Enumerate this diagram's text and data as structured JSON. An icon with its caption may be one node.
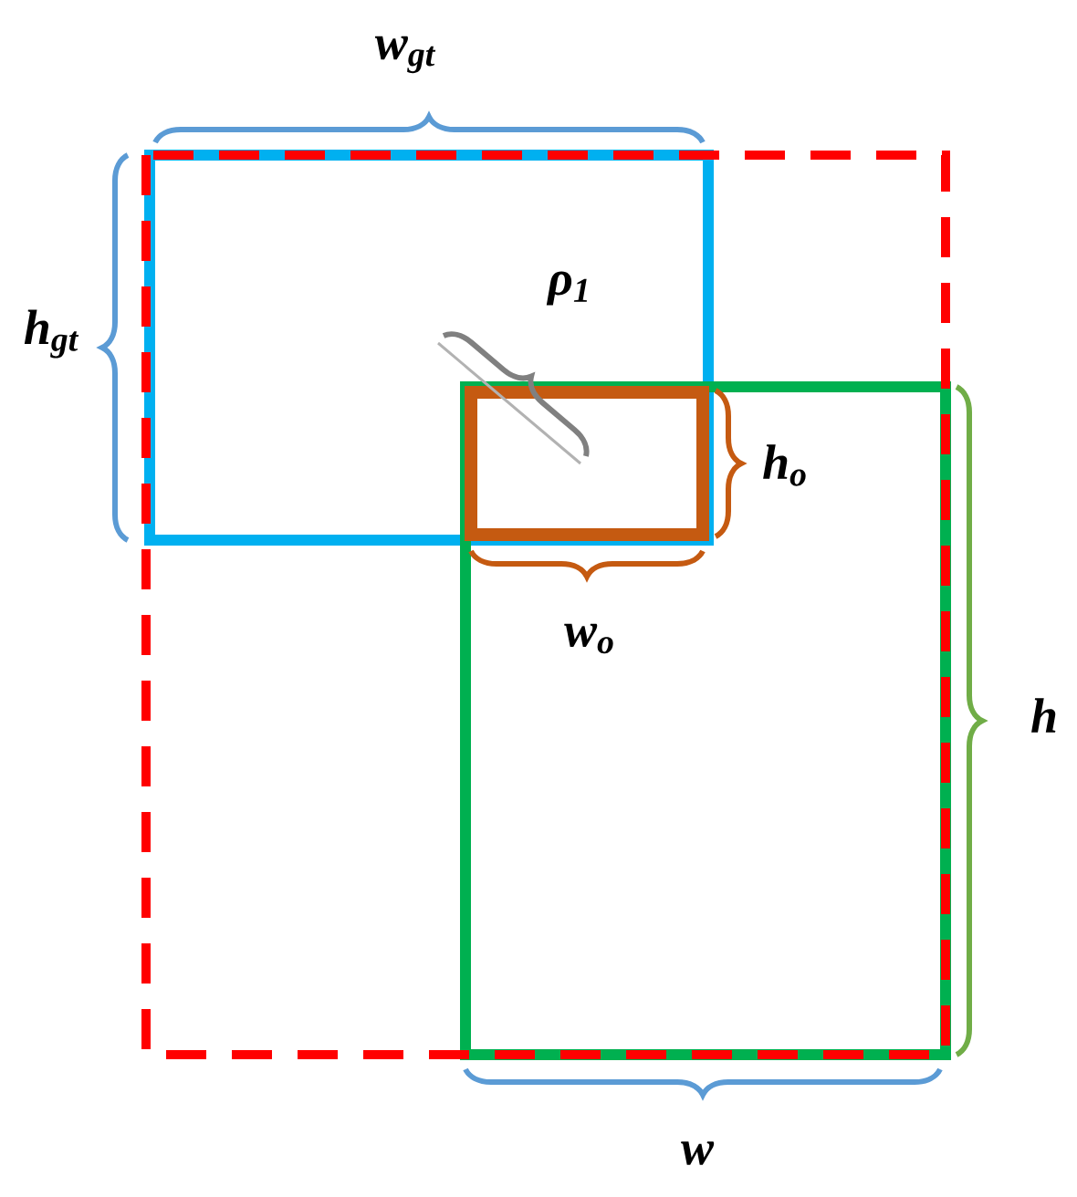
{
  "diagram": {
    "labels": [
      "w$_{gt}$",
      "h$_{gt}$",
      "ρ$_{1}$",
      "h$_{o}$",
      "w$_{o}$",
      "h",
      "w"
    ]
  }
}
